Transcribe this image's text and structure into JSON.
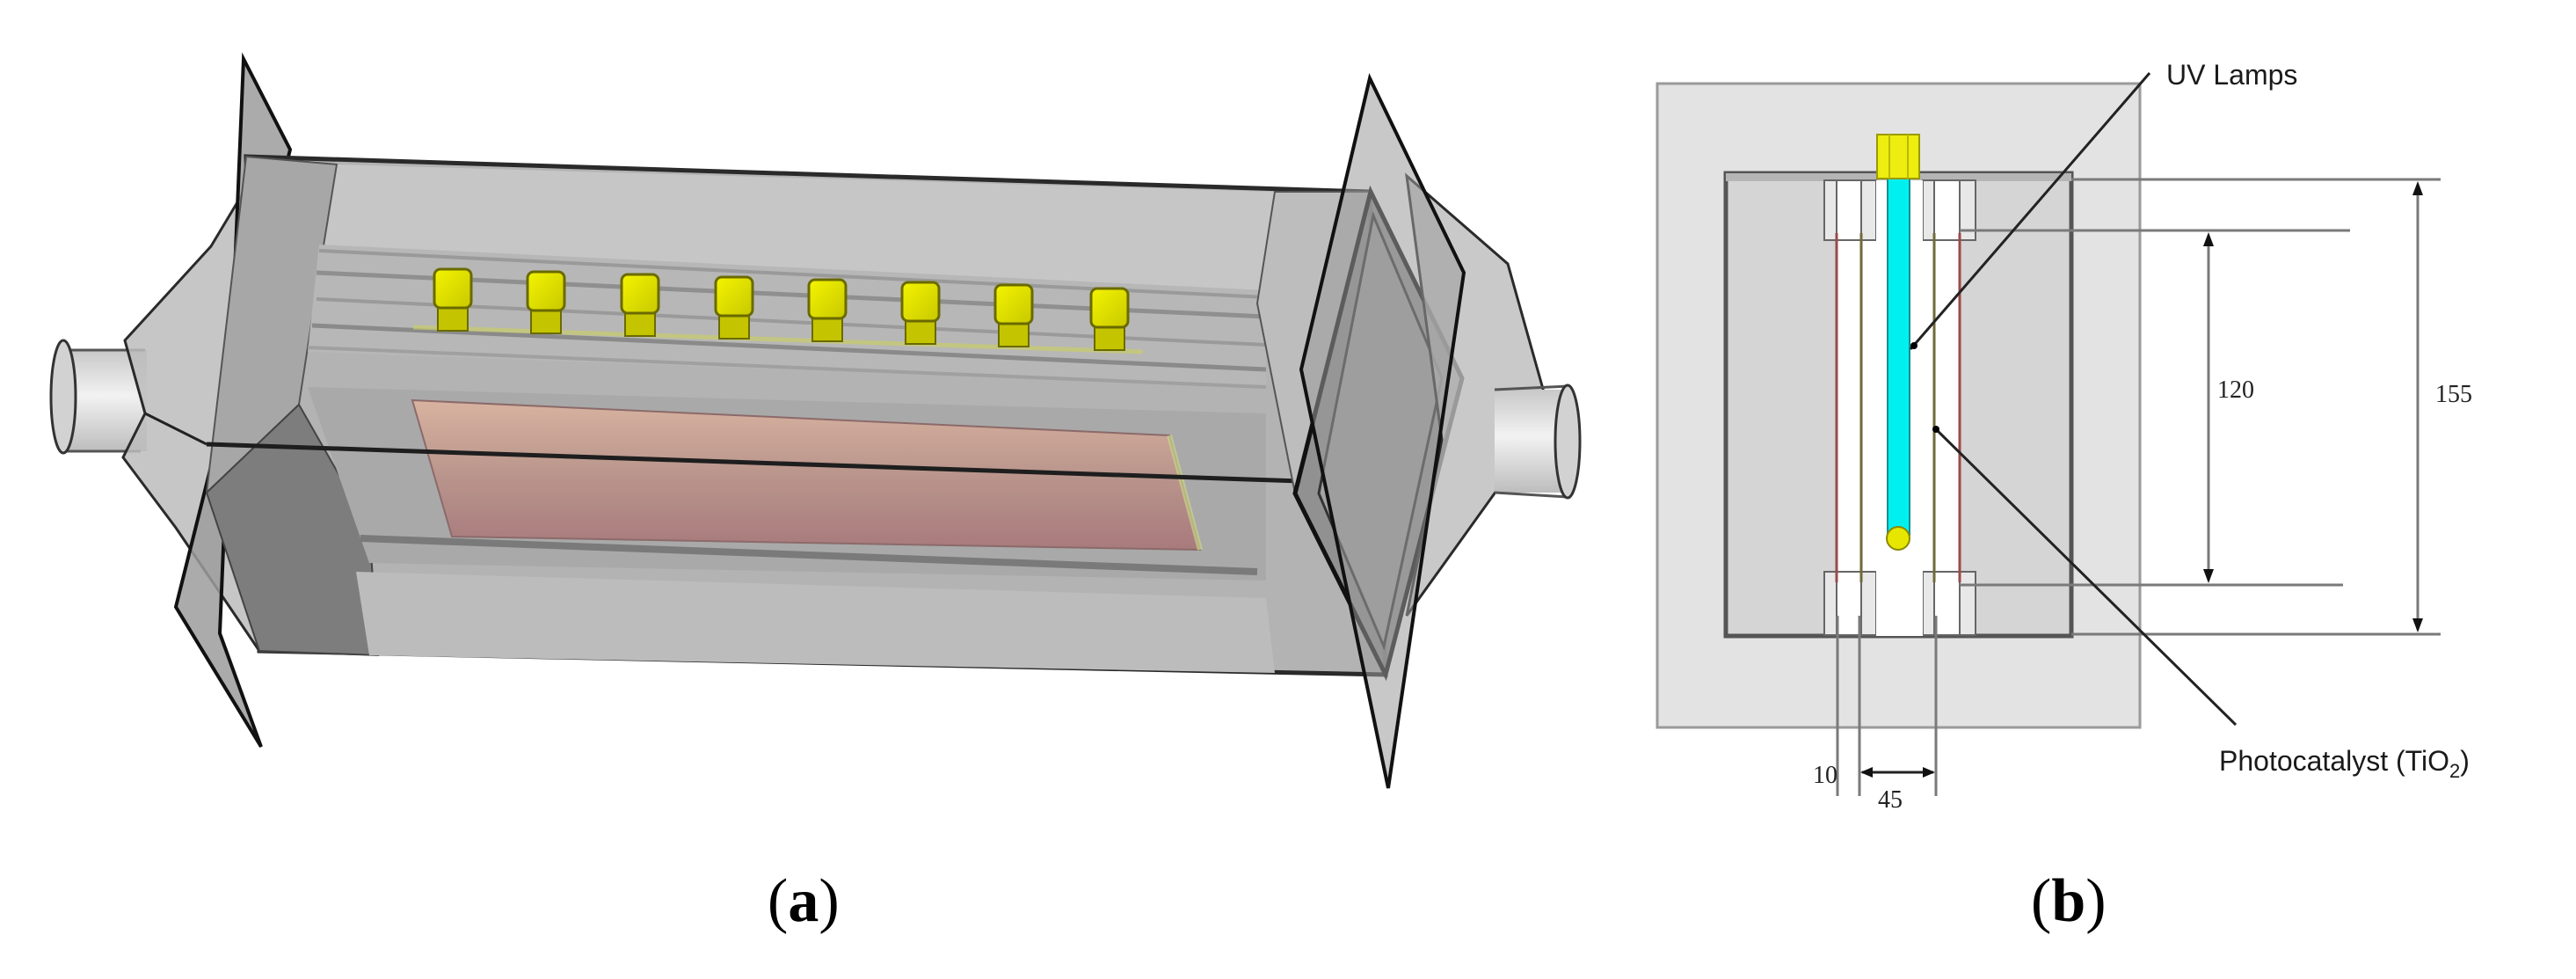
{
  "figure": {
    "panels": [
      {
        "id": "a",
        "label_open": "(",
        "label_letter": "a",
        "label_close": ")",
        "description": "3D render of photocatalytic reactor with UV lamp caps and TiO2 plate",
        "lamp_count": 8,
        "colors": {
          "housing": "#a8a8a8",
          "housing_dark": "#7a7a7a",
          "lamp_cap": "#e6e600",
          "photocatalyst_plate": "#c79a90"
        }
      },
      {
        "id": "b",
        "label_open": "(",
        "label_letter": "b",
        "label_close": ")",
        "description": "Cross-section schematic",
        "callouts": {
          "uv_lamps": "UV Lamps",
          "photocatalyst": "Photocatalyst (TiO",
          "photocatalyst_sub": "2",
          "photocatalyst_close": ")"
        },
        "dimensions": {
          "inner_height": "120",
          "outer_height": "155",
          "gap": "10",
          "width": "45"
        },
        "colors": {
          "outer_box": "#e3e3e3",
          "inner_box": "#d6d6d6",
          "lamp": "#00f0f0",
          "lamp_cap": "#e6e600",
          "plate_outer": "#9a4a4a",
          "plate_inner": "#6f6a3a"
        }
      }
    ]
  }
}
